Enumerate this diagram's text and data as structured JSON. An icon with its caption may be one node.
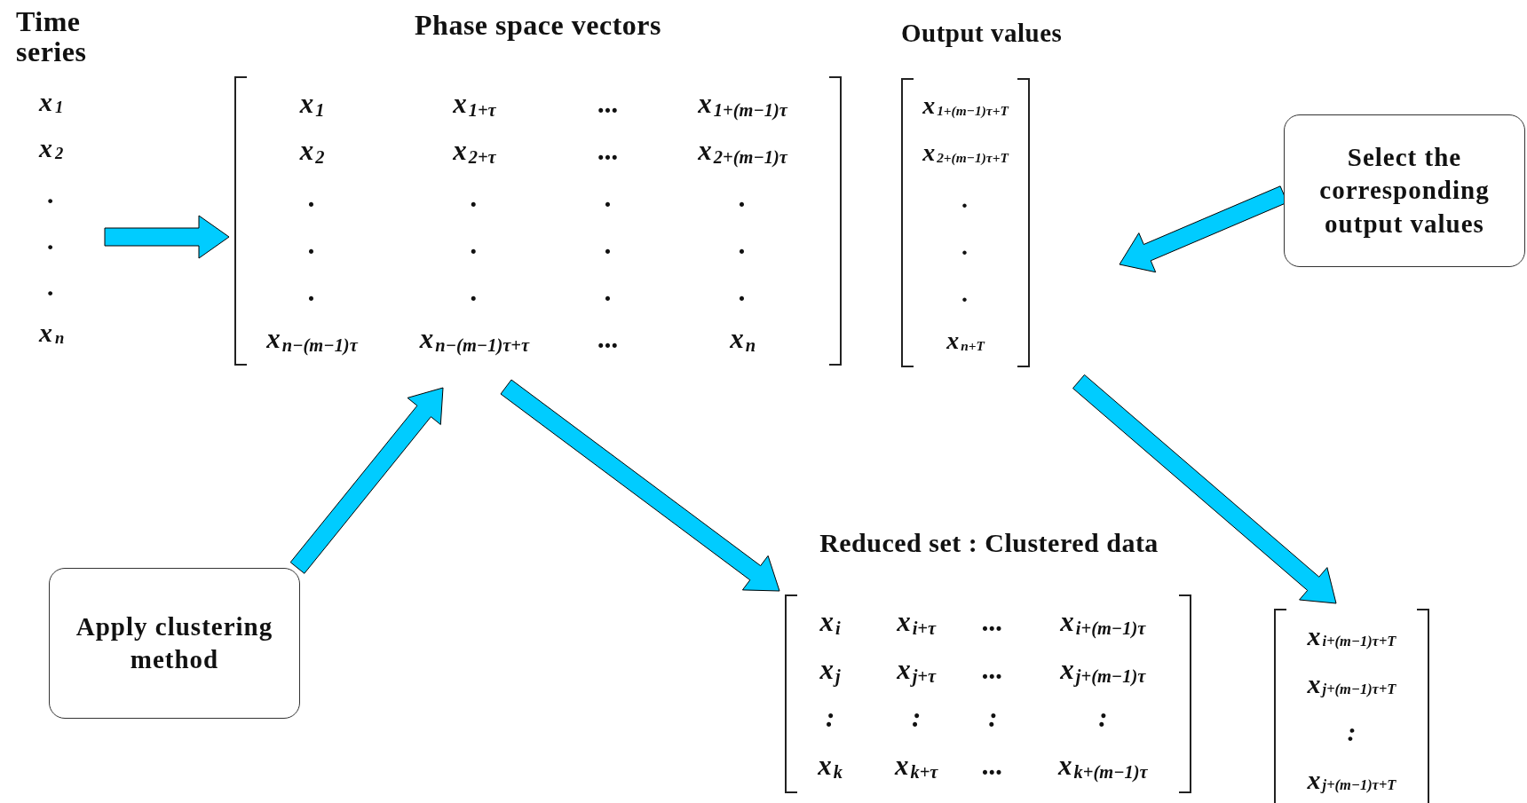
{
  "diagram": {
    "nodes": [
      {
        "text": [
          "Time series",
          "x$_{1}$",
          "x$_{2}$",
          ".",
          ".",
          ".",
          "x$_{n}$"
        ]
      },
      {
        "text": [
          "Phase space vectors",
          "x$_{1}$",
          "x$_{1+τ}$",
          "...",
          "x$_{1+(m−1)τ}$",
          "x$_{2}$",
          "x$_{2+τ}$",
          "...",
          "x$_{2+(m−1)τ}$",
          ".",
          ".",
          ".",
          ".",
          ".",
          ".",
          ".",
          ".",
          ".",
          ".",
          ".",
          ".",
          "x$_{n−(m−1)τ}$",
          "x$_{n−(m−1)τ+τ}$",
          "...",
          "x$_{n}$"
        ]
      },
      {
        "text": [
          "Output values",
          "x$_{1+(m−1)τ+T}$",
          "x$_{2+(m−1)τ+T}$",
          ".",
          ".",
          ".",
          "x$_{n+T}$"
        ]
      },
      {
        "text": [
          "Select the corresponding output values"
        ]
      },
      {
        "text": [
          "Apply clustering method"
        ]
      },
      {
        "text": [
          "Reduced set : Clustered data",
          "x$_{i}$",
          "x$_{i+τ}$",
          "...",
          "x$_{i+(m−1)τ}$",
          "x$_{j}$",
          "x$_{j+τ}$",
          "...",
          "x$_{j+(m−1)τ}$",
          ":",
          ":",
          ":",
          ":",
          "x$_{k}$",
          "x$_{k+τ}$",
          "...",
          "x$_{k+(m−1)τ}$"
        ]
      },
      {
        "text": [
          "x$_{i+(m−1)τ+T}$",
          "x$_{j+(m−1)τ+T}$",
          ":",
          "x$_{j+(m−1)τ+T}$"
        ]
      }
    ],
    "edges": [
      {
        "from": 0,
        "to": 1,
        "arrow": "to"
      },
      {
        "from": 4,
        "to": 1,
        "arrow": "to"
      },
      {
        "from": 1,
        "to": 5,
        "arrow": "to"
      },
      {
        "from": 3,
        "to": 2,
        "arrow": "to"
      },
      {
        "from": 2,
        "to": 6,
        "arrow": "to"
      }
    ]
  }
}
